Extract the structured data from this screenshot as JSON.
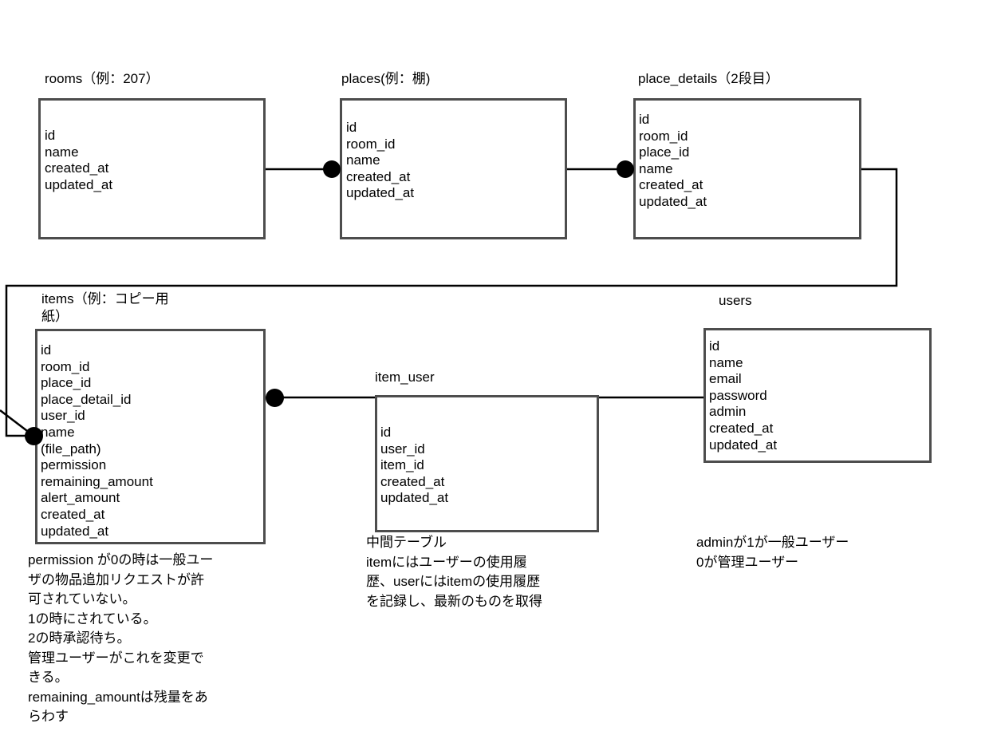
{
  "diagram": {
    "title": "Database ER diagram",
    "background_color": "#ffffff",
    "box_border_color": "#4d4d4d",
    "line_color": "#000000"
  },
  "entities": {
    "rooms": {
      "title": "rooms（例：207）",
      "fields": [
        "id",
        "name",
        "created_at",
        "updated_at"
      ]
    },
    "places": {
      "title": "places(例：棚)",
      "fields": [
        "id",
        "room_id",
        "name",
        "created_at",
        "updated_at"
      ]
    },
    "place_details": {
      "title": "place_details（2段目）",
      "fields": [
        "id",
        "room_id",
        "place_id",
        "name",
        "created_at",
        "updated_at"
      ]
    },
    "items": {
      "title": "items（例：コピー用\n紙）",
      "fields": [
        "id",
        "room_id",
        "place_id",
        "place_detail_id",
        "user_id",
        "name",
        "(file_path)",
        "permission",
        "remaining_amount",
        "alert_amount",
        "created_at",
        "updated_at"
      ]
    },
    "item_user": {
      "title": "item_user",
      "fields": [
        "id",
        "user_id",
        "item_id",
        "created_at",
        "updated_at"
      ]
    },
    "users": {
      "title": "users",
      "fields": [
        "id",
        "name",
        "email",
        "password",
        "admin",
        "created_at",
        "updated_at"
      ]
    }
  },
  "notes": {
    "items_note": "permission が0の時は一般ユー\nザの物品追加リクエストが許\n可されていない。\n1の時にされている。\n2の時承認待ち。\n管理ユーザーがこれを変更で\nきる。\nremaining_amountは残量をあ\nらわす",
    "item_user_note": "中間テーブル\nitemにはユーザーの使用履\n歴、userにはitemの使用履歴\nを記録し、最新のものを取得",
    "users_note": "adminが1が一般ユーザー\n0が管理ユーザー"
  }
}
